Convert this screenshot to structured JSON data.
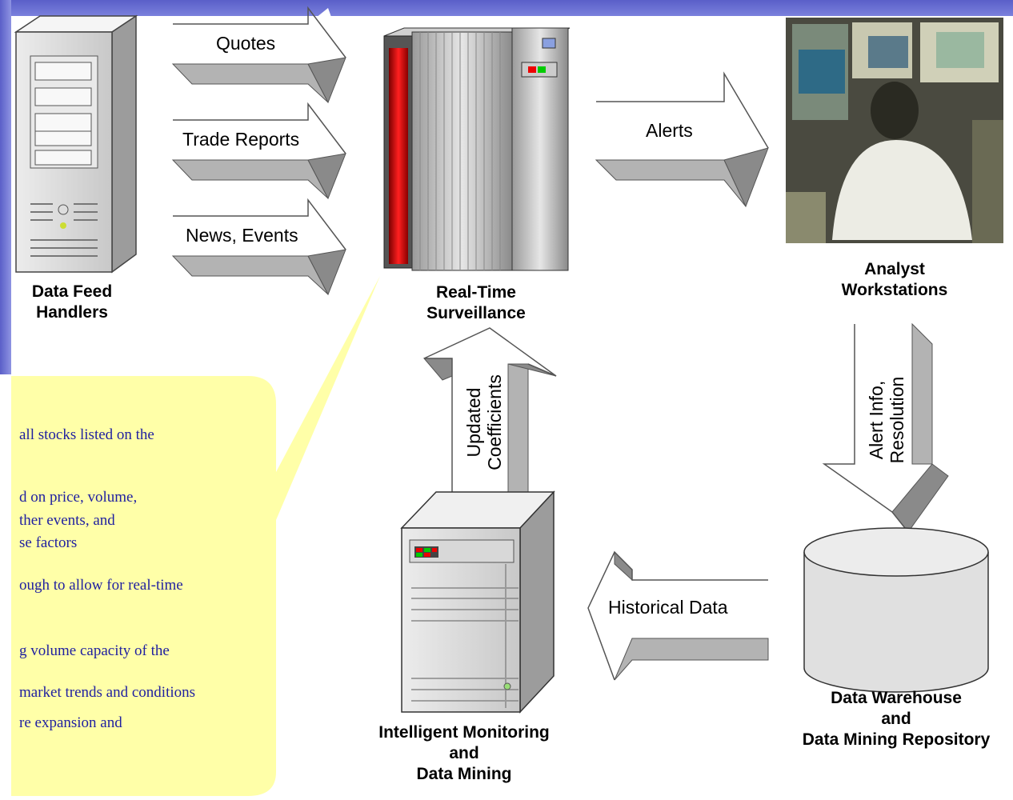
{
  "nodes": {
    "feed": [
      "Data Feed",
      "Handlers"
    ],
    "surveillance": [
      "Real-Time",
      "Surveillance"
    ],
    "analyst": [
      "Analyst",
      "Workstations"
    ],
    "mining": [
      "Intelligent Monitoring",
      "and",
      "Data Mining"
    ],
    "warehouse": [
      "Data Warehouse",
      "and",
      "Data Mining Repository"
    ]
  },
  "arrows": {
    "quotes": "Quotes",
    "trade_reports": "Trade Reports",
    "news_events": "News, Events",
    "alerts": "Alerts",
    "alert_info": [
      "Alert Info,",
      "Resolution"
    ],
    "updated_coefficients": [
      "Updated",
      "Coefficients"
    ],
    "historical_data": "Historical Data"
  },
  "callout_lines": [
    "all stocks listed on the",
    "d on price, volume,",
    "ther events, and",
    "se factors",
    "ough to allow for real-time",
    "g volume capacity of the",
    "market trends and conditions",
    "re expansion and"
  ],
  "colors": {
    "accent": "#5a5fc8",
    "callout": "#ffffa8",
    "callout_text": "#1f1fa0",
    "arrow_gray": "#b3b3b3",
    "arrow_dark": "#8a8a8a"
  }
}
